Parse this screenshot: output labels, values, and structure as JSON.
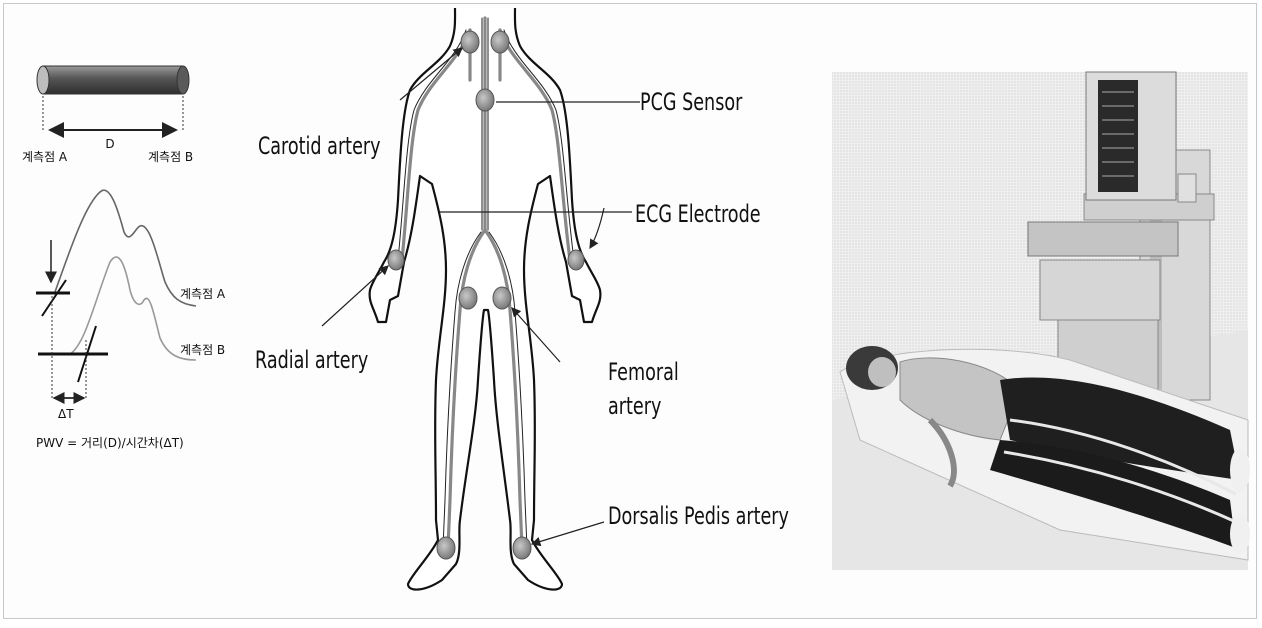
{
  "pwv_panel": {
    "point_a": "계측점 A",
    "point_b": "계측점 B",
    "distance": "D",
    "wave_a": "계측점 A",
    "wave_b": "계측점 B",
    "delta_t": "ΔT",
    "formula": "PWV = 거리(D)/시간차(ΔT)"
  },
  "body_labels": {
    "carotid": "Carotid artery",
    "pcg": "PCG Sensor",
    "ecg": "ECG Electrode",
    "radial": "Radial artery",
    "femoral_1": "Femoral",
    "femoral_2": "artery",
    "dorsalis": "Dorsalis Pedis artery"
  }
}
